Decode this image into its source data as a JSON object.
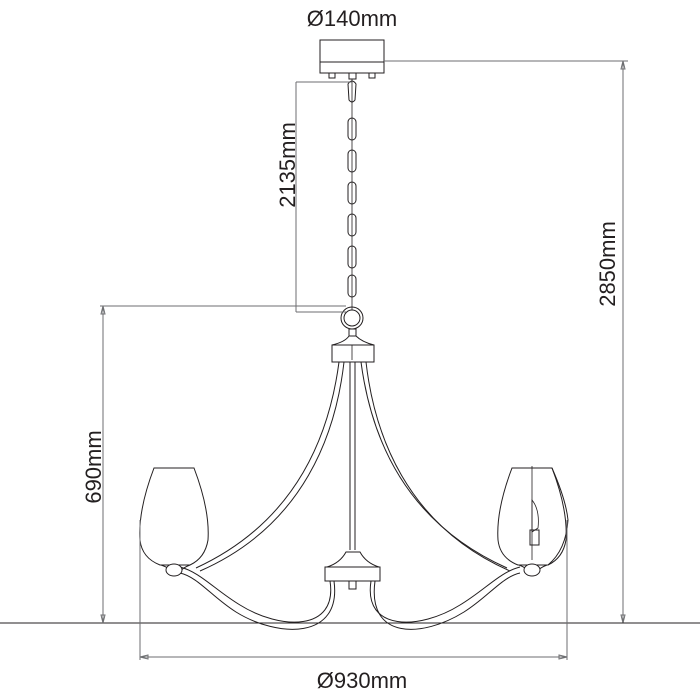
{
  "drawing": {
    "subject": "Three-arm pendant chandelier with chain suspension",
    "dimensions": {
      "canopy_diameter": "Ø140mm",
      "chain_length": "2135mm",
      "total_height": "2850mm",
      "body_height": "690mm",
      "overall_diameter": "Ø930mm"
    },
    "colors": {
      "line": "#231f20",
      "dimension_line": "#6d6e71",
      "background": "#ffffff"
    }
  }
}
